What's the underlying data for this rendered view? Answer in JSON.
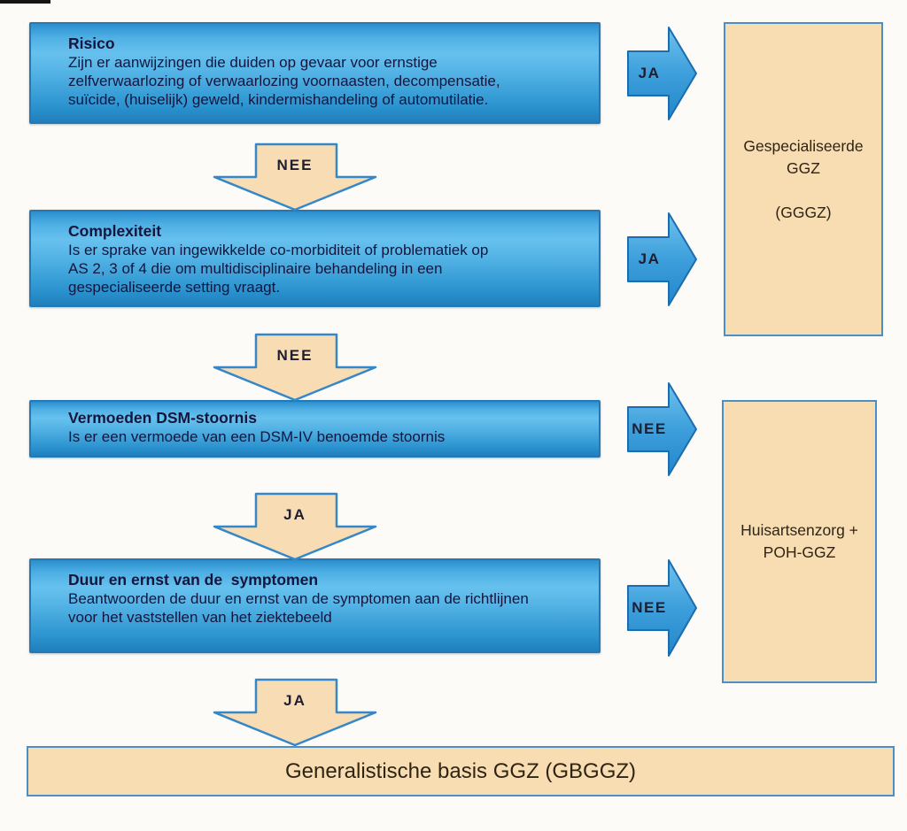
{
  "title": "GGZ verwijsmodel flowchart",
  "colors": {
    "question_box_blue": "#4fb0e4",
    "question_box_border": "#2279b6",
    "outcome_tan": "#f8ddb2",
    "outcome_border": "#4a90c6",
    "arrow_blue_fill": "#3fa2dc",
    "arrow_tan_fill": "#f8ddb4",
    "text_navy": "#15153d",
    "text_brown": "#2f2414"
  },
  "flowchart": {
    "questions": [
      {
        "title": "Risico",
        "body": "Zijn er aanwijzingen die duiden op gevaar voor ernstige\nzelfverwaarlozing of verwaarlozing voornaasten, decompensatie,\nsuïcide, (huiselijk) geweld, kindermishandeling of automutilatie.",
        "right_label": "JA",
        "down_label": "NEE"
      },
      {
        "title": "Complexiteit",
        "body": "Is er sprake van ingewikkelde co-morbiditeit of problematiek op\nAS 2, 3 of 4 die om multidisciplinaire behandeling in een\ngespecialiseerde setting vraagt.",
        "right_label": "JA",
        "down_label": "NEE"
      },
      {
        "title": "Vermoeden DSM-stoornis",
        "body": "Is er een vermoede van een DSM-IV benoemde stoornis",
        "right_label": "NEE",
        "down_label": "JA"
      },
      {
        "title": "Duur en ernst van de  symptomen",
        "body": "Beantwoorden de duur en ernst van de symptomen aan de richtlijnen\nvoor het vaststellen van het ziektebeeld",
        "right_label": "NEE",
        "down_label": "JA"
      }
    ],
    "outcomes": {
      "specialized": "Gespecialiseerde\nGGZ\n\n(GGGZ)",
      "gp": "Huisartsenzorg +\nPOH-GGZ",
      "basic": "Generalistische basis GGZ (GBGGZ)"
    }
  }
}
